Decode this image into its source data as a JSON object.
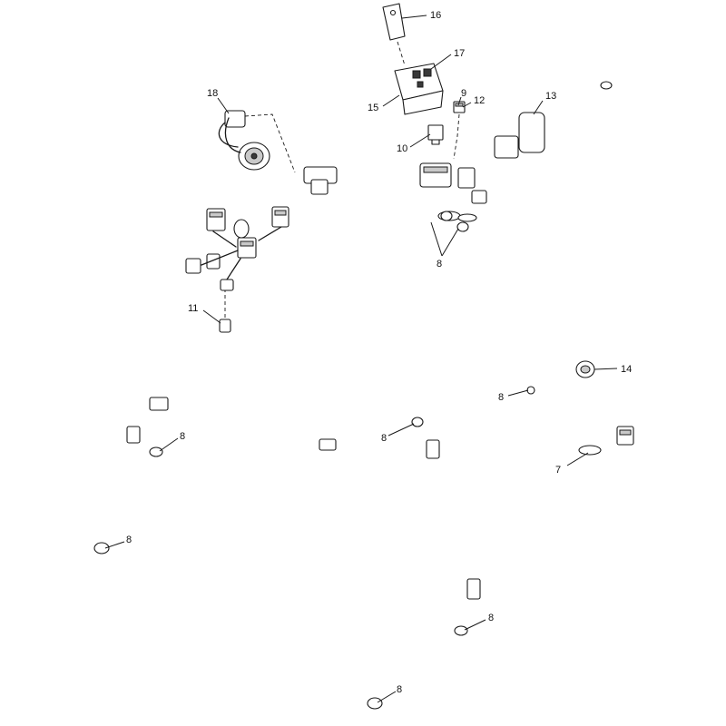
{
  "callouts": [
    {
      "id": "c16",
      "label": "16"
    },
    {
      "id": "c17",
      "label": "17"
    },
    {
      "id": "c15",
      "label": "15"
    },
    {
      "id": "c18",
      "label": "18"
    },
    {
      "id": "c9",
      "label": "9"
    },
    {
      "id": "c12",
      "label": "12"
    },
    {
      "id": "c13",
      "label": "13"
    },
    {
      "id": "c10",
      "label": "10"
    },
    {
      "id": "c8a",
      "label": "8"
    },
    {
      "id": "c11",
      "label": "11"
    },
    {
      "id": "c14",
      "label": "14"
    },
    {
      "id": "c8b",
      "label": "8"
    },
    {
      "id": "c8c",
      "label": "8"
    },
    {
      "id": "c8d",
      "label": "8"
    },
    {
      "id": "c7",
      "label": "7"
    },
    {
      "id": "c8e",
      "label": "8"
    },
    {
      "id": "c8f",
      "label": "8"
    },
    {
      "id": "c8g",
      "label": "8"
    }
  ]
}
